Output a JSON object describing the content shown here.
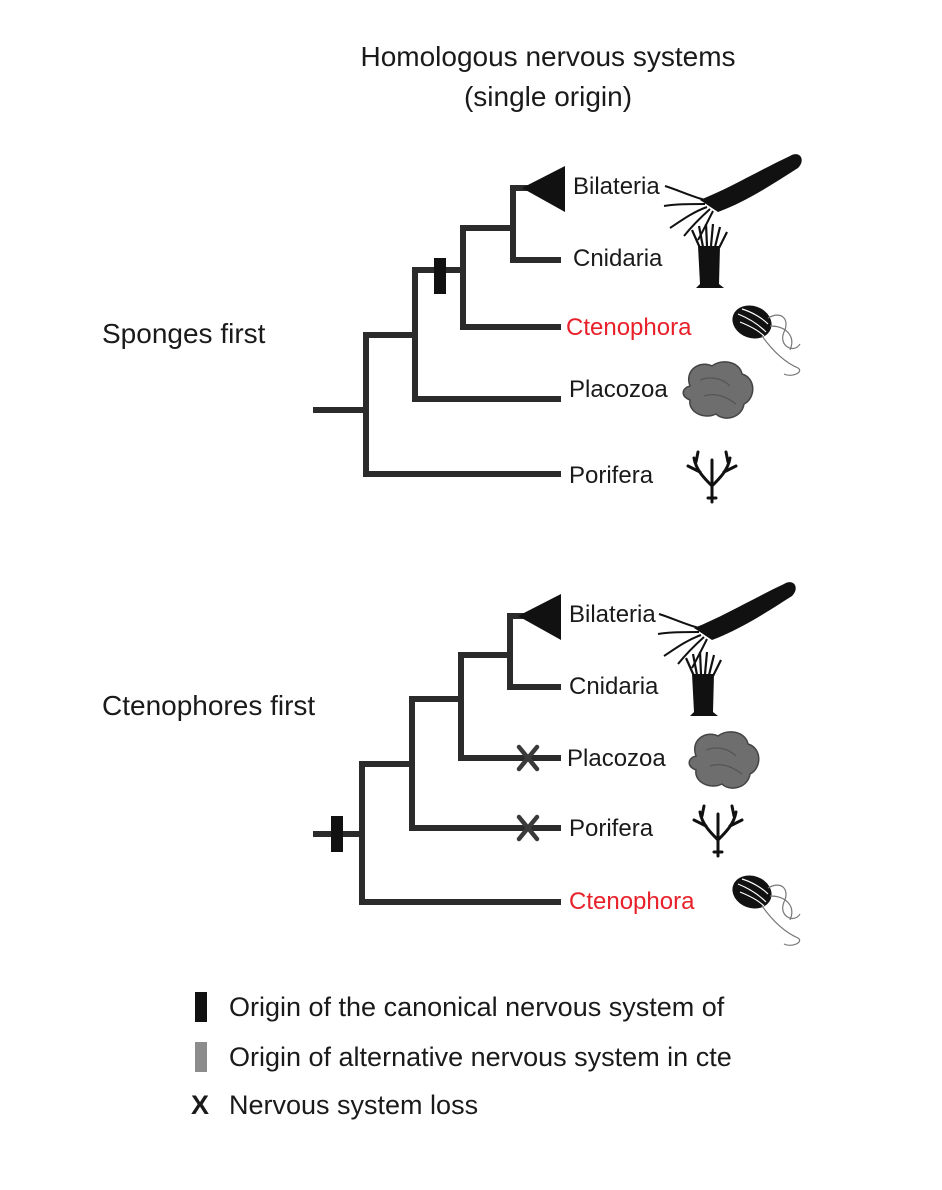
{
  "title": {
    "line1": "Homologous nervous systems",
    "line2": "(single origin)"
  },
  "scenarios": [
    {
      "label": "Sponges first",
      "taxa": [
        {
          "name": "Bilateria",
          "color": "#1a1a1a",
          "icon": "bilaterian-worm-icon"
        },
        {
          "name": "Cnidaria",
          "color": "#1a1a1a",
          "icon": "cnidarian-polyp-icon"
        },
        {
          "name": "Ctenophora",
          "color": "#e8202a",
          "icon": "ctenophore-icon"
        },
        {
          "name": "Placozoa",
          "color": "#1a1a1a",
          "icon": "placozoan-icon"
        },
        {
          "name": "Porifera",
          "color": "#1a1a1a",
          "icon": "sponge-icon"
        }
      ]
    },
    {
      "label": "Ctenophores first",
      "taxa": [
        {
          "name": "Bilateria",
          "color": "#1a1a1a",
          "icon": "bilaterian-worm-icon"
        },
        {
          "name": "Cnidaria",
          "color": "#1a1a1a",
          "icon": "cnidarian-polyp-icon"
        },
        {
          "name": "Placozoa",
          "color": "#1a1a1a",
          "icon": "placozoan-icon"
        },
        {
          "name": "Porifera",
          "color": "#1a1a1a",
          "icon": "sponge-icon"
        },
        {
          "name": "Ctenophora",
          "color": "#e8202a",
          "icon": "ctenophore-icon"
        }
      ]
    }
  ],
  "legend": {
    "canonical": "Origin of the canonical nervous system of",
    "alternative": "Origin of alternative nervous system in cte",
    "loss_symbol": "X",
    "loss": "Nervous system loss"
  },
  "colors": {
    "branch": "#2b2b2b",
    "canonical_mark": "#111111",
    "alternative_mark": "#8c8c8c",
    "highlight_taxon": "#e8202a"
  }
}
